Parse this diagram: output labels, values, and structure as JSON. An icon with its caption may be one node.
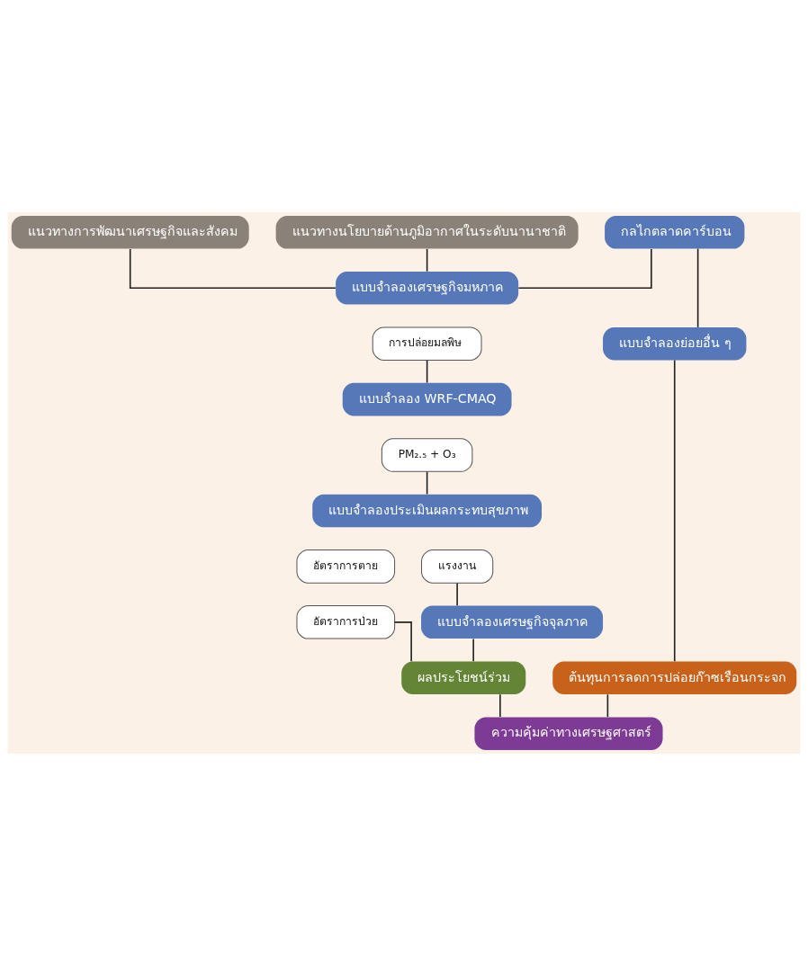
{
  "diagram": {
    "nodes": [
      {
        "text": [
          "แนวทางการพัฒนาเศรษฐกิจและสังคม"
        ]
      },
      {
        "text": [
          "แนวทางนโยบายด้านภูมิอากาศในระดับนานาชาติ"
        ]
      },
      {
        "text": [
          "กลไกตลาดคาร์บอน"
        ]
      },
      {
        "text": [
          "แบบจำลองเศรษฐกิจมหภาค"
        ]
      },
      {
        "text": [
          "การปล่อยมลพิษ"
        ]
      },
      {
        "text": [
          "แบบจำลอง WRF-CMAQ"
        ]
      },
      {
        "text": [
          "PM₂.₅ + O₃"
        ]
      },
      {
        "text": [
          "แบบจำลองประเมินผลกระทบสุขภาพ"
        ]
      },
      {
        "text": [
          "อัตราการตาย"
        ]
      },
      {
        "text": [
          "อัตราการป่วย"
        ]
      },
      {
        "text": [
          "แรงงาน"
        ]
      },
      {
        "text": [
          "แบบจำลองเศรษฐกิจจุลภาค"
        ]
      },
      {
        "text": [
          "ผลประโยชน์ร่วม"
        ]
      },
      {
        "text": [
          "แบบจำลองย่อยอื่น ๆ"
        ]
      },
      {
        "text": [
          "ต้นทุนการลดการปล่อยก๊าซเรือนกระจก"
        ]
      },
      {
        "text": [
          "ความคุ้มค่าทางเศรษฐศาสตร์"
        ]
      }
    ],
    "edges": [
      {
        "from": 0,
        "to": 3,
        "arrow": "none"
      },
      {
        "from": 1,
        "to": 3,
        "arrow": "none"
      },
      {
        "from": 2,
        "to": 3,
        "arrow": "none"
      },
      {
        "from": 4,
        "to": 5,
        "arrow": "none"
      },
      {
        "from": 6,
        "to": 7,
        "arrow": "none"
      },
      {
        "from": 9,
        "to": 12,
        "arrow": "none"
      },
      {
        "from": 10,
        "to": 11,
        "arrow": "none"
      },
      {
        "from": 11,
        "to": 12,
        "arrow": "none"
      },
      {
        "from": 2,
        "to": 13,
        "arrow": "none"
      },
      {
        "from": 13,
        "to": 14,
        "arrow": "none"
      },
      {
        "from": 12,
        "to": 15,
        "arrow": "none"
      },
      {
        "from": 14,
        "to": 15,
        "arrow": "none"
      }
    ]
  }
}
